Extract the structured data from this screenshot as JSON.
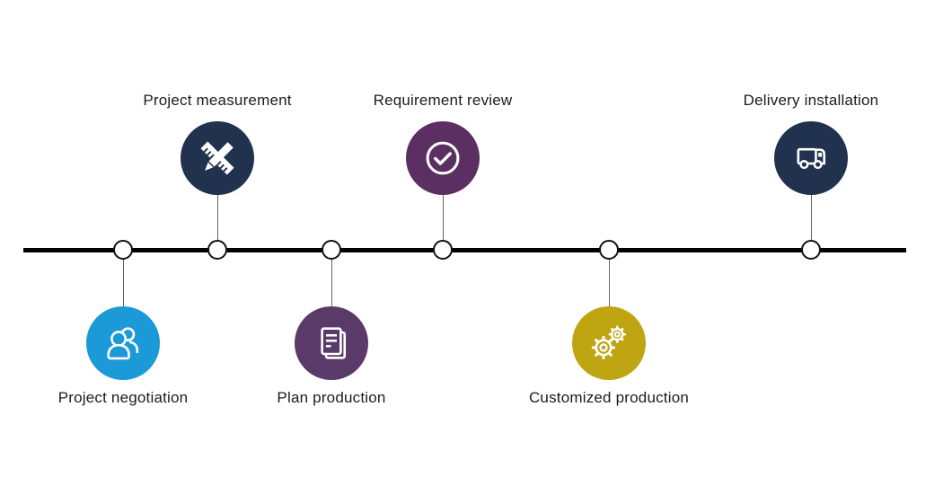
{
  "diagram": {
    "background": "#FFFFFF",
    "label_color": "#1C1C1C",
    "axis": {
      "color": "#000000",
      "node_fill": "#FFFFFF",
      "node_border": "#111111",
      "connector_color": "#666666"
    },
    "steps": [
      {
        "label": "Project negotiation",
        "icon": "people-icon",
        "color": "#1B9AD7",
        "position": "below"
      },
      {
        "label": "Project measurement",
        "icon": "ruler-pencil-icon",
        "color": "#21324E",
        "position": "above"
      },
      {
        "label": "Plan production",
        "icon": "document-icon",
        "color": "#5A3A68",
        "position": "below"
      },
      {
        "label": "Requirement review",
        "icon": "check-circle-icon",
        "color": "#5C2F63",
        "position": "above"
      },
      {
        "label": "Customized production",
        "icon": "gears-icon",
        "color": "#BEA511",
        "position": "below"
      },
      {
        "label": "Delivery installation",
        "icon": "truck-icon",
        "color": "#21324E",
        "position": "above"
      }
    ]
  }
}
